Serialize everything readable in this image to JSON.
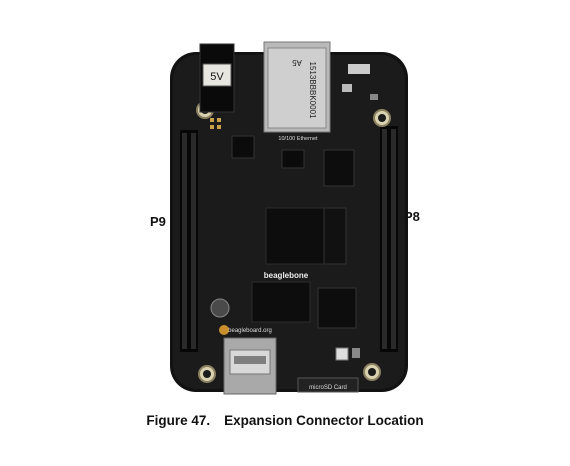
{
  "figure": {
    "number": "Figure 47.",
    "title": "Expansion Connector Location"
  },
  "board": {
    "labels": {
      "p9": "P9",
      "p8": "P8"
    },
    "silkscreen": {
      "power": "5V",
      "ethernet": "10/100 Ethernet",
      "serial": "1513BBBK0001",
      "rev": "A5",
      "brand": "beaglebone",
      "site": "beagleboard.org",
      "microsd": "microSD Card"
    }
  }
}
